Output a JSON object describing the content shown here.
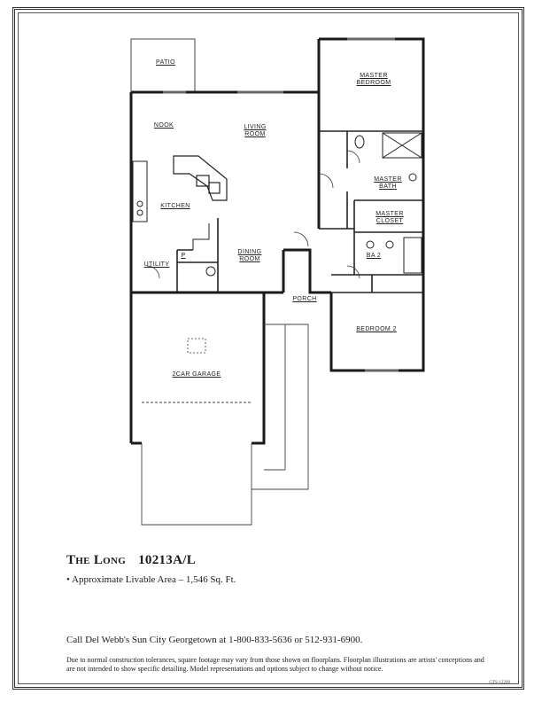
{
  "rooms": {
    "patio": "PATIO",
    "nook": "NOOK",
    "living": "LIVING\nROOM",
    "master_bedroom": "MASTER\nBEDROOM",
    "kitchen": "KITCHEN",
    "master_bath": "MASTER\nBATH",
    "master_closet": "MASTER\nCLOSET",
    "dining": "DINING\nROOM",
    "utility": "UTILITY",
    "ba2": "BA 2",
    "porch": "PORCH",
    "bedroom2": "BEDROOM 2",
    "garage": "2CAR GARAGE",
    "pantry": "P"
  },
  "title": {
    "name": "The Long",
    "model": "10213A/L"
  },
  "area_text": "• Approximate Livable Area – 1,546 Sq. Ft.",
  "call_text": "Call Del Webb's Sun City Georgetown at 1-800-833-5636 or 512-931-6900.",
  "disclaimer": "Due to normal construction tolerances, square footage may vary from those shown on floorplans. Floorplan illustrations are artists' conceptions and are not intended to show specific detailing. Model representations and options subject to change without notice.",
  "doc_code": "GTS-12299"
}
